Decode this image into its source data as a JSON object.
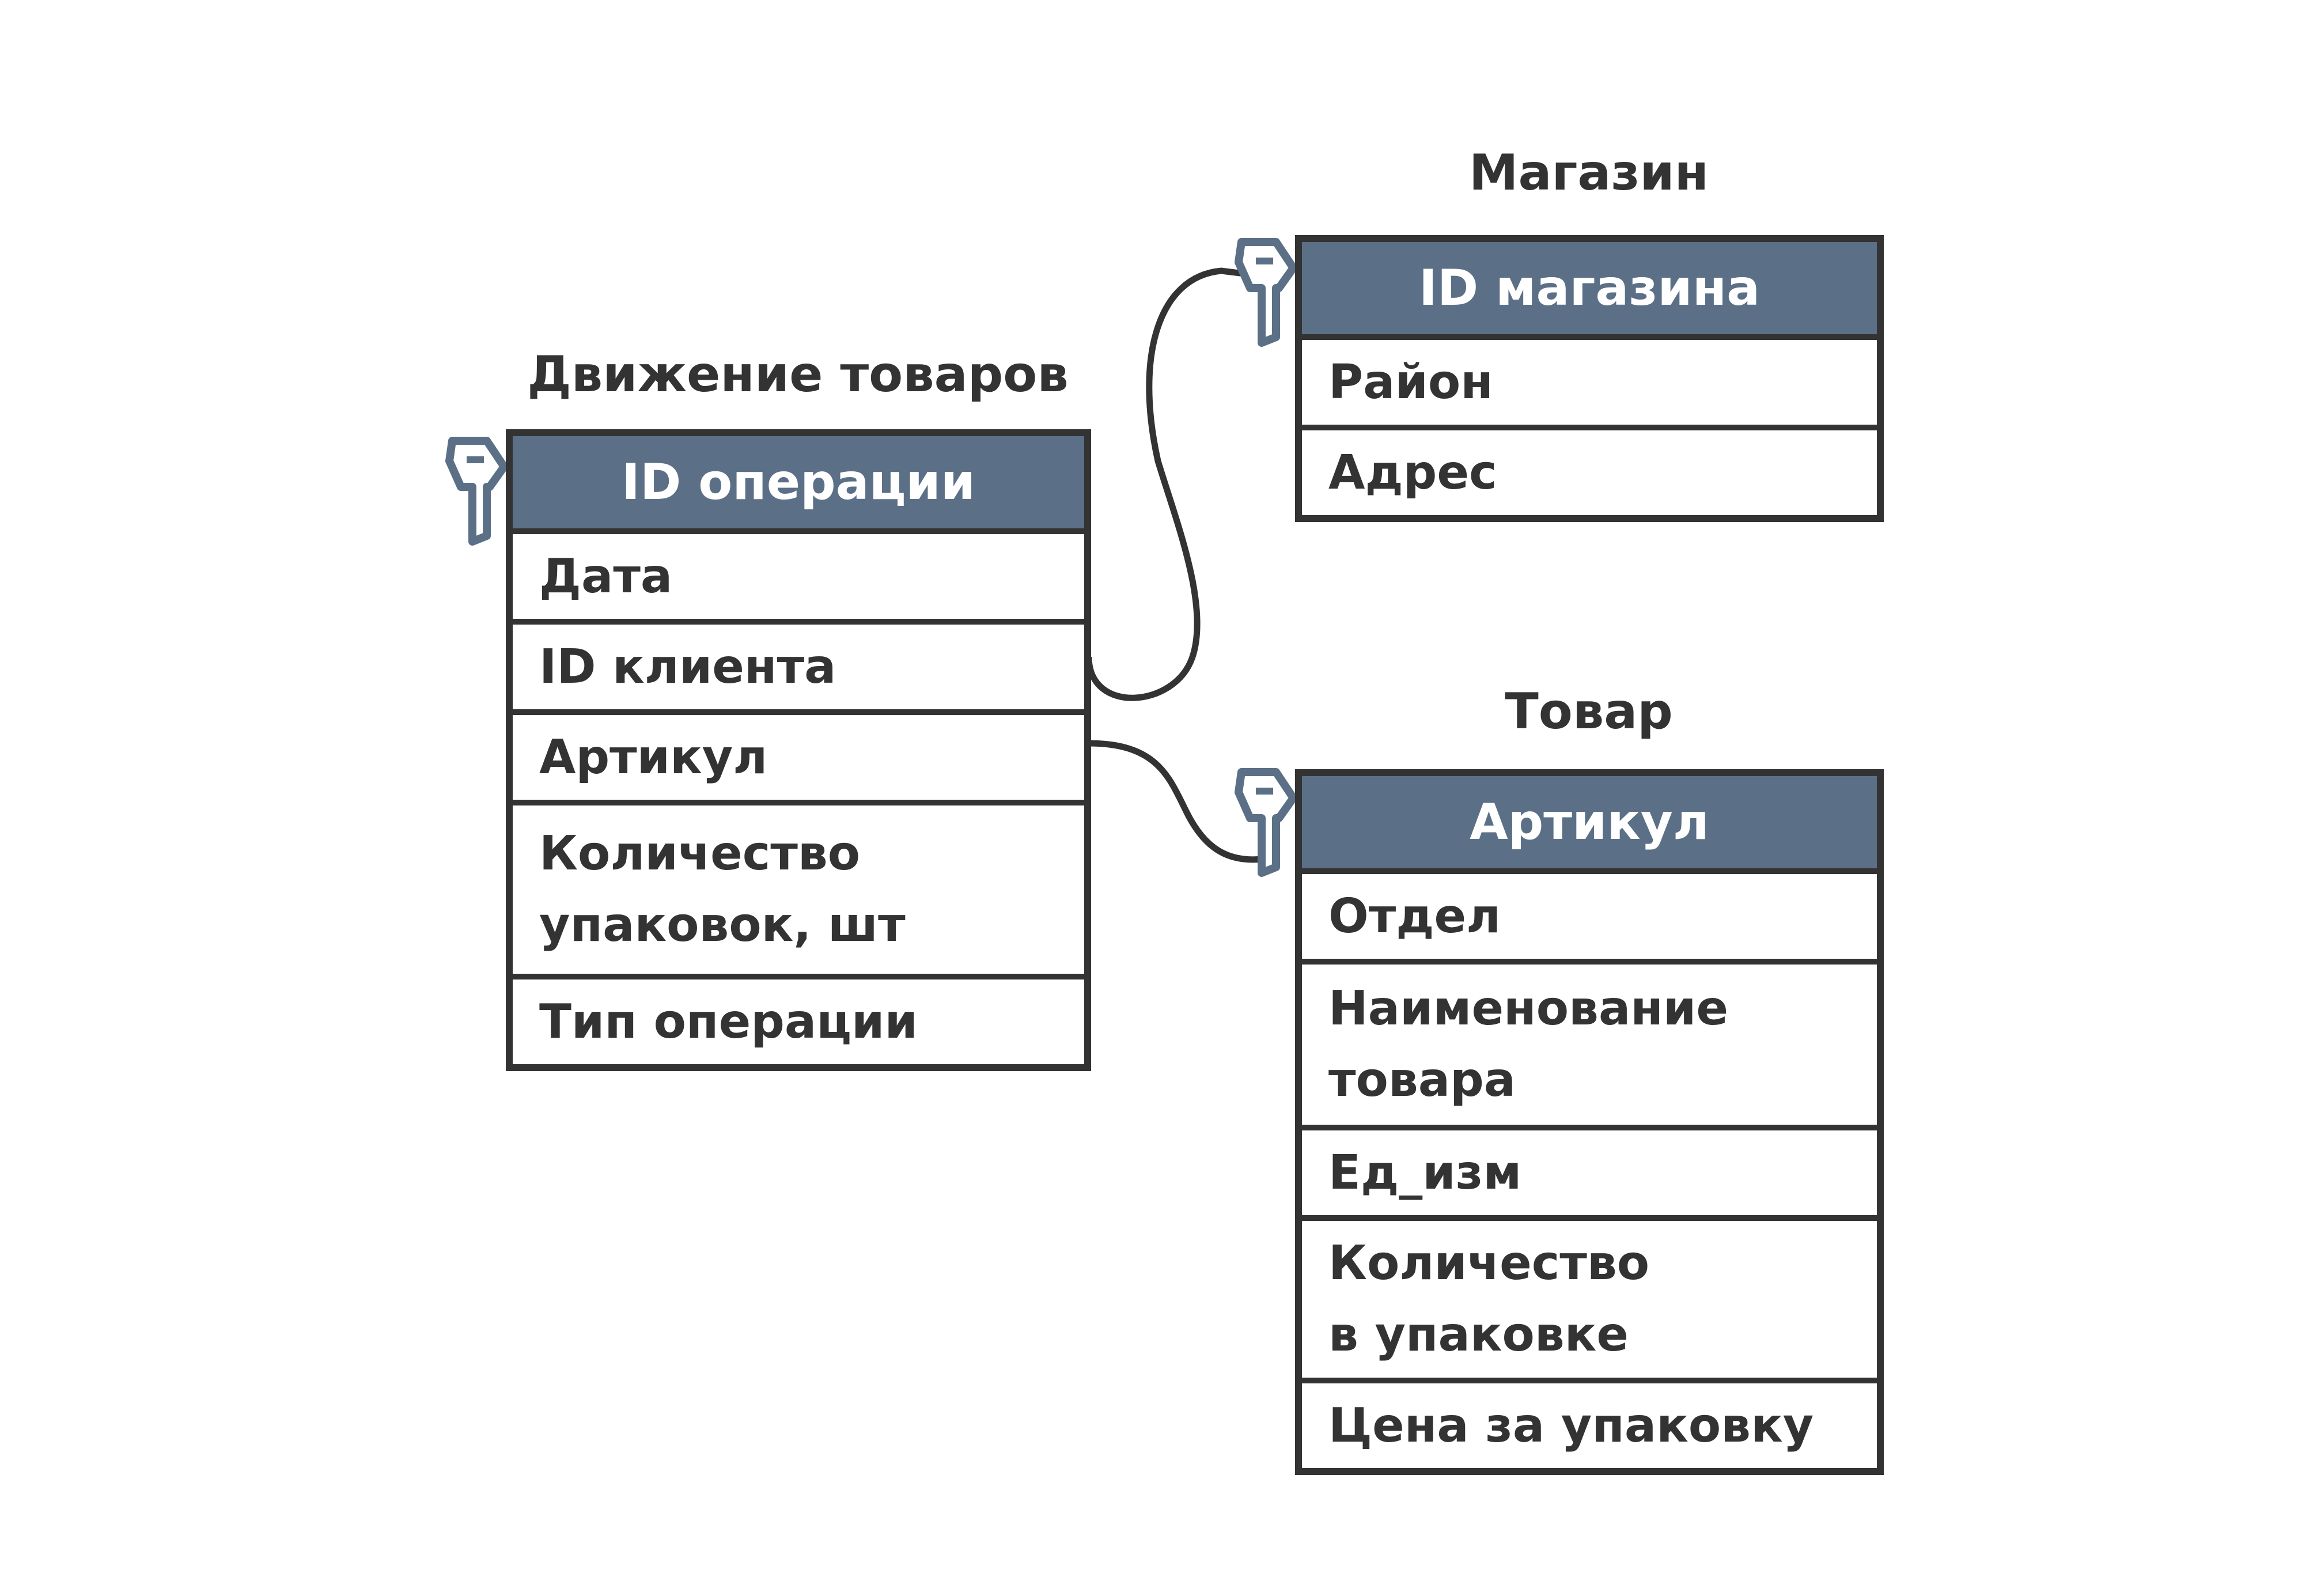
{
  "entities": {
    "movement": {
      "title": "Движение товаров",
      "key": "ID операции",
      "fields": [
        "Дата",
        "ID клиента",
        "Артикул",
        "Количество\nупаковок, шт",
        "Тип операции"
      ]
    },
    "store": {
      "title": "Магазин",
      "key": "ID магазина",
      "fields": [
        "Район",
        "Адрес"
      ]
    },
    "product": {
      "title": "Товар",
      "key": "Артикул",
      "fields": [
        "Отдел",
        "Наименование\nтовара",
        "Ед_изм",
        "Количество\nв упаковке",
        "Цена за упаковку"
      ]
    }
  },
  "colors": {
    "header_fill": "#5b7087",
    "border": "#333333",
    "key_icon": "#5b7087"
  }
}
